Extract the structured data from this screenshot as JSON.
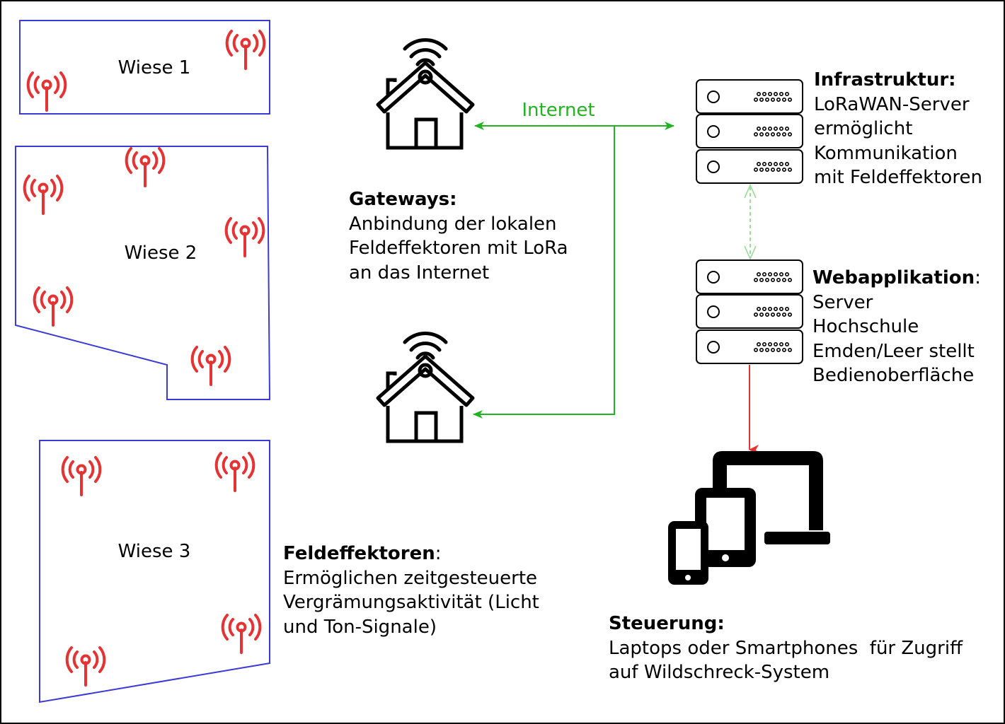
{
  "colors": {
    "frame": "#000000",
    "field_outline": "#3a3ad6",
    "antenna": "#e53333",
    "internet_link": "#22b222",
    "server_link": "#99dd99",
    "control_link": "#e53333"
  },
  "fields": [
    {
      "label": "Wiese 1"
    },
    {
      "label": "Wiese 2"
    },
    {
      "label": "Wiese 3"
    }
  ],
  "links": {
    "internet_label": "Internet"
  },
  "icons": {
    "gateway": "house-with-antenna-icon",
    "server": "server-rack-icon",
    "antenna": "radio-antenna-icon",
    "devices": "laptop-tablet-phone-icon"
  },
  "gateways": {
    "heading": "Gateways:",
    "heading_suffix": "",
    "lines": [
      "Anbindung der lokalen",
      "Feldeffektoren mit LoRa",
      "an das Internet"
    ]
  },
  "infrastructure": {
    "heading": "Infrastruktur:",
    "heading_suffix": "",
    "lines": [
      "LoRaWAN-Server",
      "ermöglicht",
      "Kommunikation",
      "mit Feldeffektoren"
    ]
  },
  "webapp": {
    "heading": "Webapplikation",
    "heading_suffix": ":",
    "lines": [
      "Server",
      "Hochschule",
      "Emden/Leer stellt",
      "Bedienoberfläche"
    ]
  },
  "effectors": {
    "heading": "Feldeffektoren",
    "heading_suffix": ":",
    "lines": [
      "Ermöglichen zeitgesteuerte",
      "Vergrämungsaktivität (Licht",
      "und Ton-Signale)"
    ]
  },
  "control": {
    "heading": "Steuerung:",
    "heading_suffix": "",
    "lines": [
      "Laptops oder Smartphones  für Zugriff",
      "auf Wildschreck-System"
    ]
  }
}
